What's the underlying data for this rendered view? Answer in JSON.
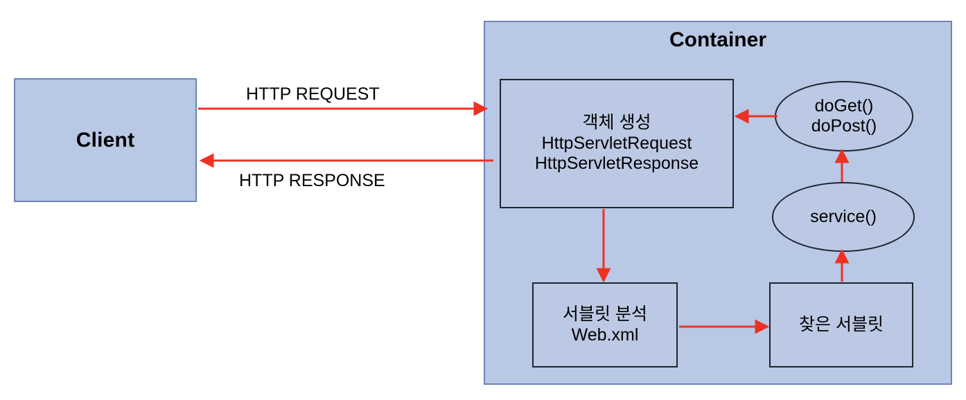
{
  "diagram": {
    "title_text": "Container",
    "accent_arrow_color": "#EE3124",
    "node_fill_color": "#BCC9E4",
    "container_fill_color": "#B9C8E4",
    "container_border_color": "#6C83B5",
    "node_border_color": "#1B2430",
    "nodes": {
      "client": "Client",
      "create_objects": "객체 생성\nHttpServletRequest\nHttpServletResponse",
      "do_get_post": "doGet()\ndoPost()",
      "service": "service()",
      "servlet_analysis": "서블릿 분석\nWeb.xml",
      "found_servlet": "찾은 서블릿"
    },
    "edges": {
      "http_request": "HTTP REQUEST",
      "http_response": "HTTP RESPONSE"
    }
  }
}
